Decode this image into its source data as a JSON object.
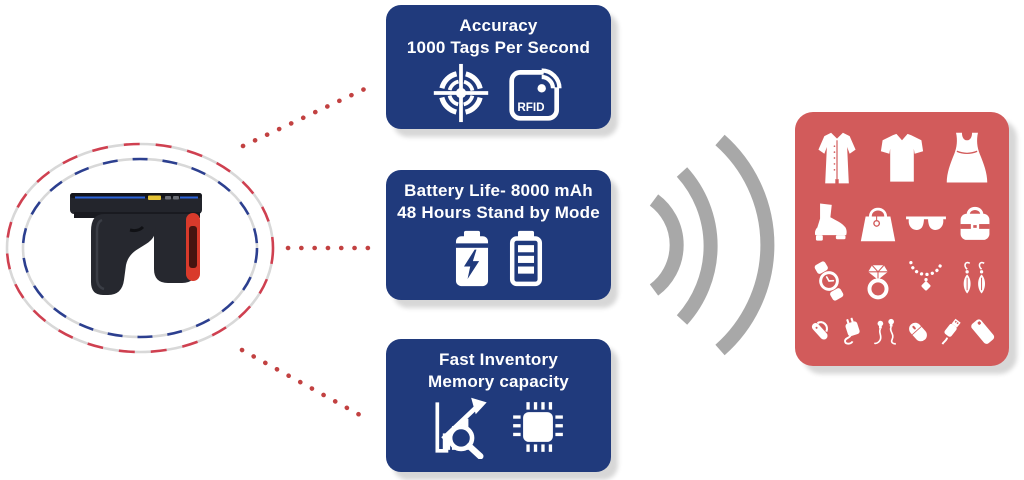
{
  "colors": {
    "feature_box_bg": "#203a7c",
    "items_panel_bg": "#d25b5b",
    "signal_gray": "#a8a8a8",
    "connector_dot_red": "#c24141",
    "ellipse_red": "#cf4050",
    "ellipse_blue": "#2c3f8f",
    "device_red_accent": "#d93a2b",
    "device_yellow_label": "#e5c335",
    "text_white": "#ffffff",
    "shadow_gray": "#d7d7d7"
  },
  "device": {
    "icon": "rfid-handheld-scanner-icon"
  },
  "features": [
    {
      "title_line1": "Accuracy",
      "title_line2": "1000 Tags Per Second",
      "icons": [
        "crosshair-target-icon",
        "rfid-tag-icon"
      ],
      "rfid_label": "RFID"
    },
    {
      "title_line1": "Battery Life- 8000 mAh",
      "title_line2": "48 Hours Stand by Mode",
      "icons": [
        "battery-charging-icon",
        "battery-level-icon"
      ]
    },
    {
      "title_line1": "Fast Inventory",
      "title_line2": "Memory capacity",
      "icons": [
        "chart-magnifier-icon",
        "microchip-icon"
      ]
    }
  ],
  "signal": {
    "icon": "rf-signal-waves-icon"
  },
  "items_panel": {
    "background": "#d25b5b",
    "rows": [
      [
        "coat",
        "sweater",
        "dress"
      ],
      [
        "ankle-boot",
        "handbag",
        "sunglasses",
        "purse"
      ],
      [
        "wristwatch",
        "ring",
        "necklace",
        "earrings"
      ],
      [
        "bluetooth-headset",
        "charger",
        "earbuds",
        "computer-mouse",
        "usb-drive",
        "smartphone"
      ]
    ]
  }
}
